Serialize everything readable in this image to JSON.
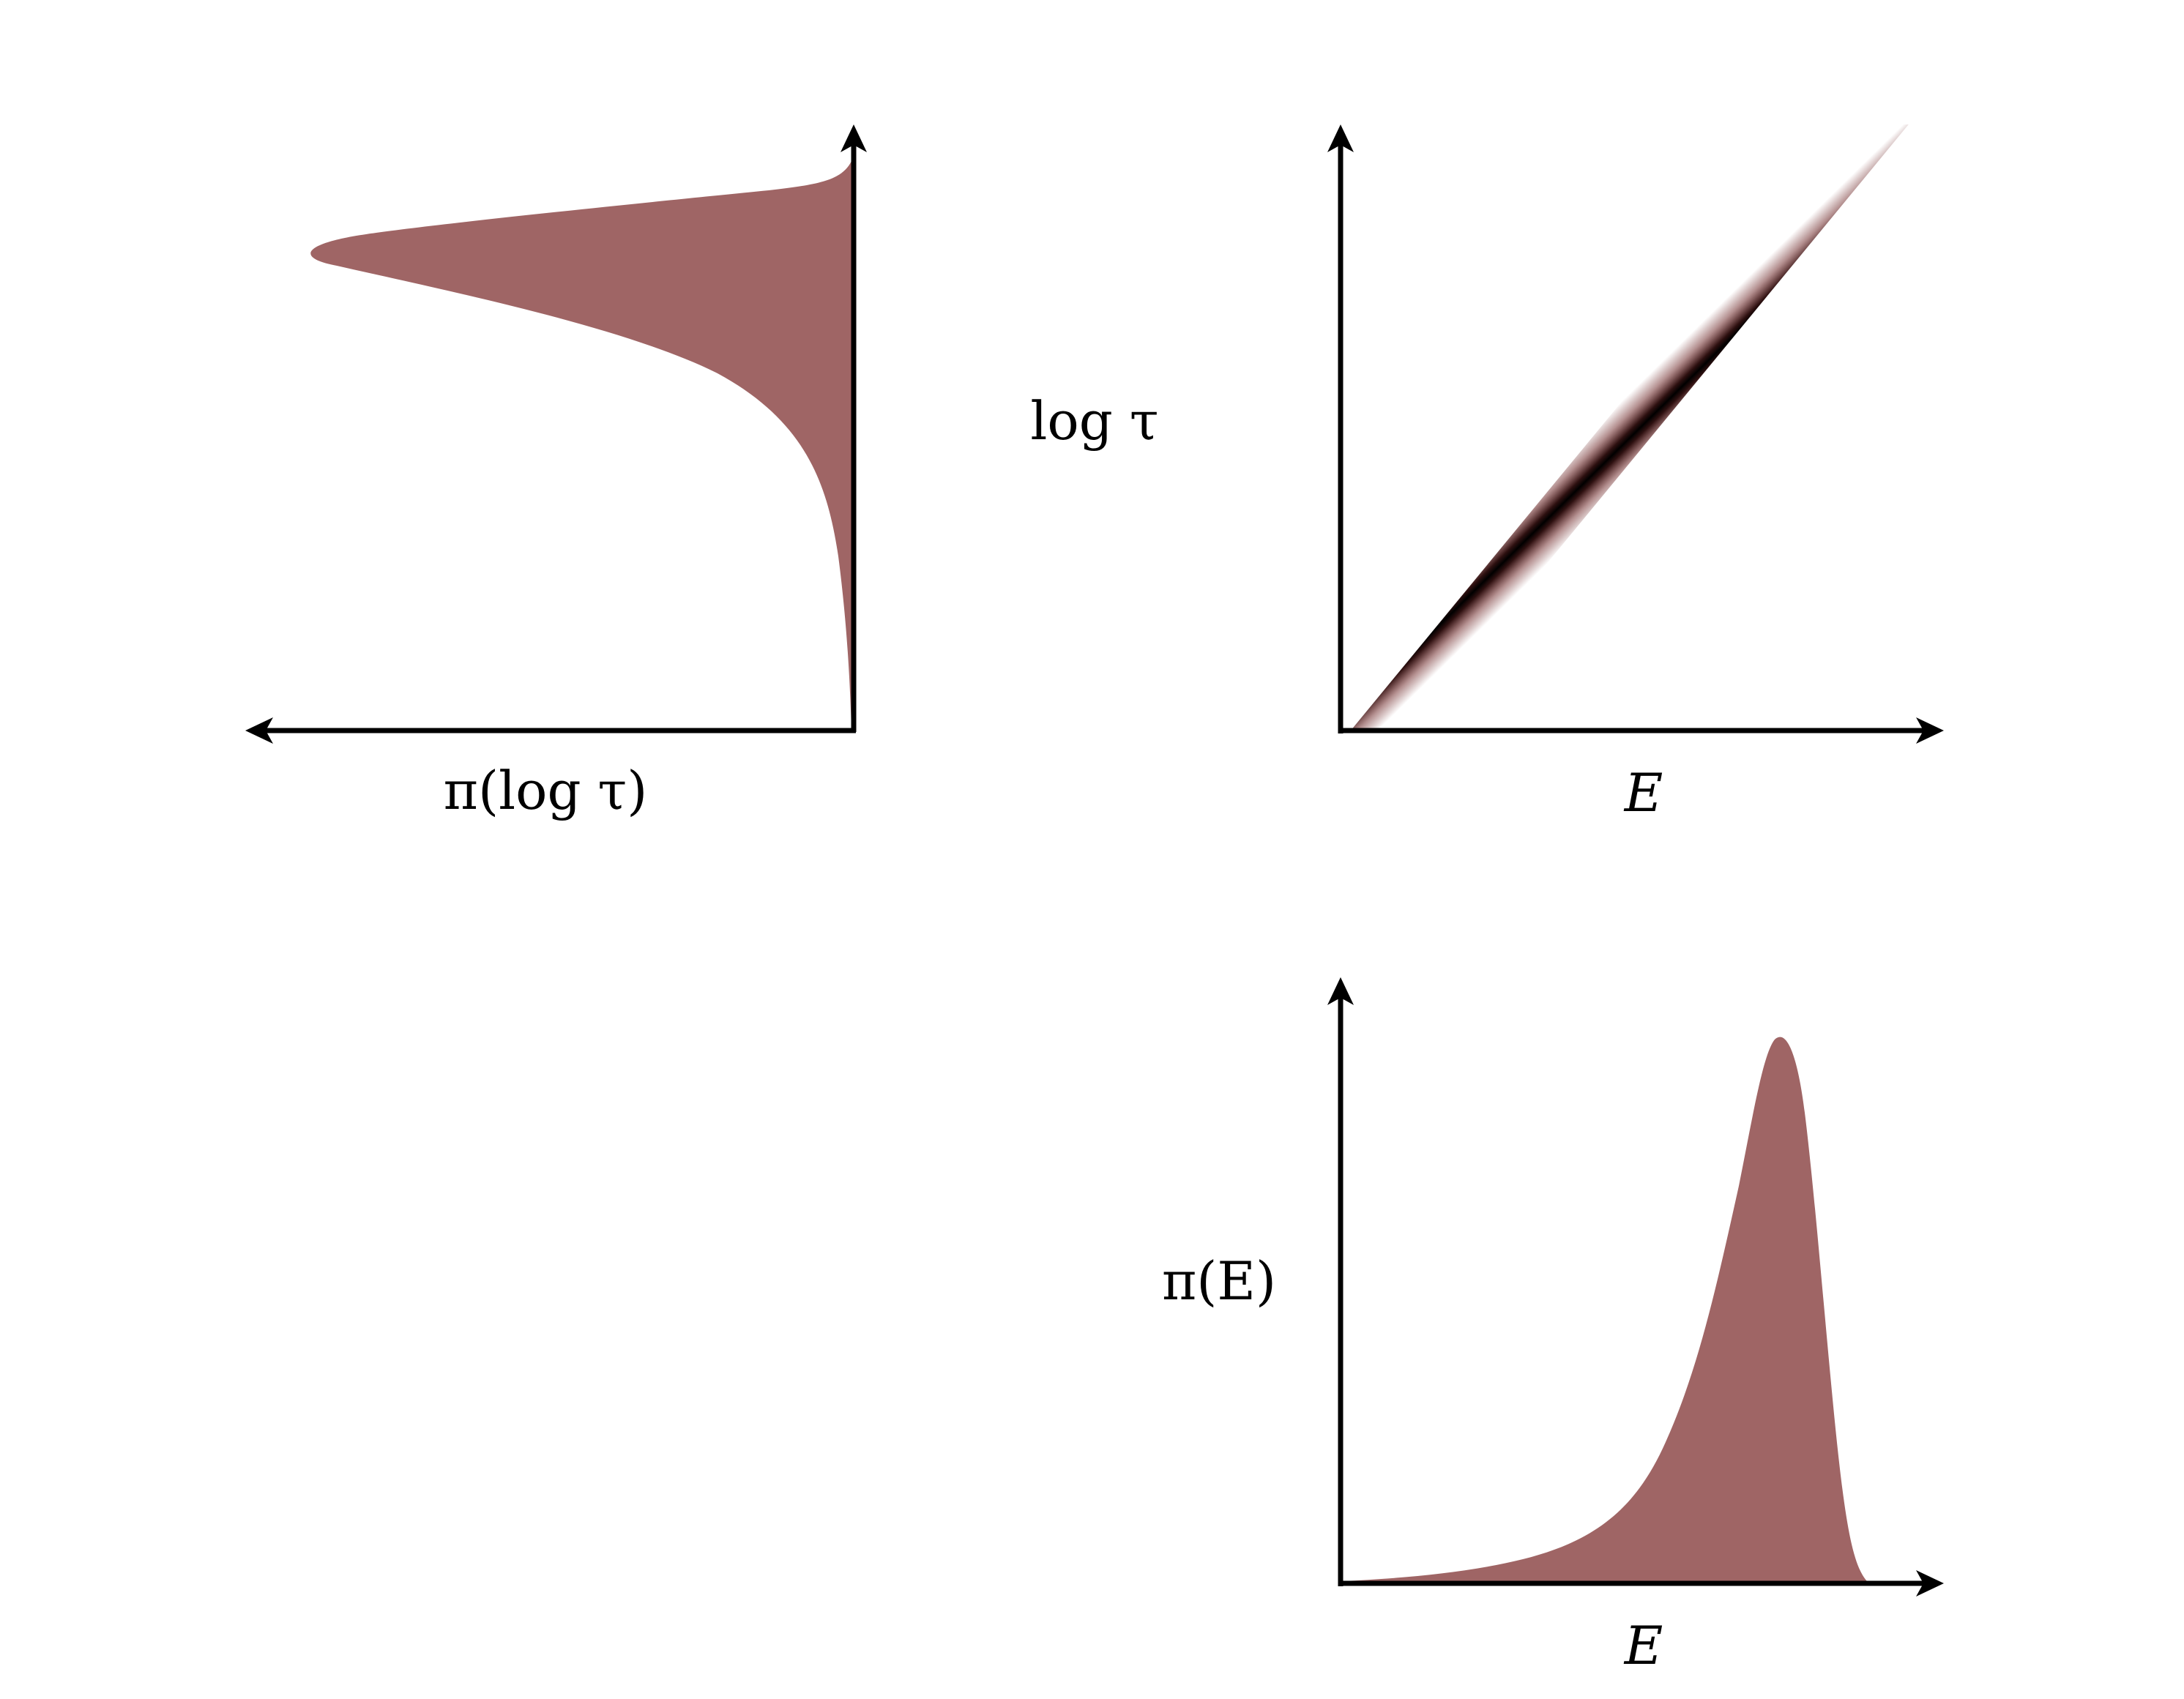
{
  "figure": {
    "colors": {
      "fill": "#9f6565",
      "line_dark": "#1a0505",
      "axis": "#000000"
    },
    "panels": {
      "top_left": {
        "xlabel": "π(log τ)",
        "orientation": "horizontal density"
      },
      "top_right": {
        "ylabel": "log τ",
        "xlabel": "E",
        "content": "diagonal band"
      },
      "bottom_right": {
        "ylabel": "π(E)",
        "xlabel": "E",
        "content": "skewed density"
      }
    }
  }
}
